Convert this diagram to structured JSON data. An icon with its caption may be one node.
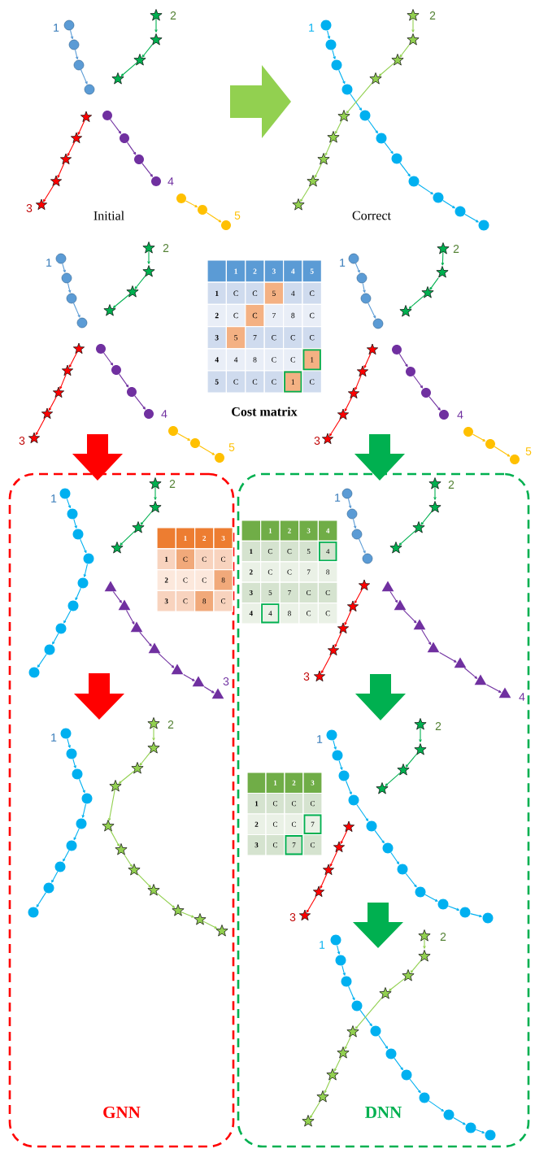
{
  "diagram": {
    "nodes": [
      {
        "text": [],
        "shape": "picture"
      },
      {
        "text": [],
        "shape": "circle",
        "beside": [
          "1"
        ],
        "in": 0
      },
      {
        "text": [],
        "shape": "circle",
        "in": 0
      },
      {
        "text": [],
        "shape": "circle",
        "in": 0
      },
      {
        "text": [],
        "shape": "circle",
        "in": 0
      },
      {
        "text": [],
        "shape": "star",
        "beside": [
          "2"
        ],
        "in": 0
      },
      {
        "text": [],
        "shape": "star",
        "in": 0
      },
      {
        "text": [],
        "shape": "star",
        "in": 0
      },
      {
        "text": [],
        "shape": "star",
        "in": 0
      },
      {
        "text": [],
        "shape": "star",
        "in": 0
      },
      {
        "text": [],
        "shape": "star",
        "in": 0
      },
      {
        "text": [],
        "shape": "star",
        "in": 0
      },
      {
        "text": [],
        "shape": "star",
        "in": 0
      },
      {
        "text": [],
        "shape": "star",
        "beside": [
          "3"
        ],
        "in": 0
      },
      {
        "text": [],
        "shape": "circle",
        "in": 0
      },
      {
        "text": [],
        "shape": "circle",
        "in": 0
      },
      {
        "text": [],
        "shape": "circle",
        "in": 0
      },
      {
        "text": [],
        "shape": "circle",
        "beside": [
          "4"
        ],
        "in": 0
      },
      {
        "text": [],
        "shape": "circle",
        "in": 0
      },
      {
        "text": [],
        "shape": "circle",
        "in": 0
      },
      {
        "text": [],
        "shape": "circle",
        "beside": [
          "5"
        ],
        "in": 0
      },
      {
        "text": [],
        "shape": "picture"
      },
      {
        "text": [],
        "shape": "circle",
        "beside": [
          "1"
        ],
        "in": 21
      },
      {
        "text": [],
        "shape": "circle",
        "in": 21
      },
      {
        "text": [],
        "shape": "circle",
        "in": 21
      },
      {
        "text": [],
        "shape": "circle",
        "in": 21
      },
      {
        "text": [],
        "shape": "circle",
        "in": 21
      },
      {
        "text": [],
        "shape": "circle",
        "in": 21
      },
      {
        "text": [],
        "shape": "circle",
        "in": 21
      },
      {
        "text": [],
        "shape": "circle",
        "in": 21
      },
      {
        "text": [],
        "shape": "circle",
        "in": 21
      },
      {
        "text": [],
        "shape": "circle",
        "in": 21
      },
      {
        "text": [],
        "shape": "circle",
        "in": 21
      },
      {
        "text": [],
        "shape": "star",
        "beside": [
          "2"
        ],
        "in": 21
      },
      {
        "text": [],
        "shape": "star",
        "in": 21
      },
      {
        "text": [],
        "shape": "star",
        "in": 21
      },
      {
        "text": [],
        "shape": "star",
        "in": 21
      },
      {
        "text": [],
        "shape": "star",
        "in": 21
      },
      {
        "text": [],
        "shape": "star",
        "in": 21
      },
      {
        "text": [],
        "shape": "star",
        "in": 21
      },
      {
        "text": [],
        "shape": "star",
        "in": 21
      },
      {
        "text": [],
        "shape": "star",
        "in": 21
      },
      {
        "text": [],
        "shape": "picture"
      },
      {
        "text": [],
        "shape": "circle",
        "beside": [
          "1"
        ],
        "in": 42
      },
      {
        "text": [],
        "shape": "circle",
        "in": 42
      },
      {
        "text": [],
        "shape": "circle",
        "in": 42
      },
      {
        "text": [],
        "shape": "circle",
        "in": 42
      },
      {
        "text": [],
        "shape": "star",
        "beside": [
          "2"
        ],
        "in": 42
      },
      {
        "text": [],
        "shape": "star",
        "in": 42
      },
      {
        "text": [],
        "shape": "star",
        "in": 42
      },
      {
        "text": [],
        "shape": "star",
        "in": 42
      },
      {
        "text": [],
        "shape": "star",
        "in": 42
      },
      {
        "text": [],
        "shape": "star",
        "in": 42
      },
      {
        "text": [],
        "shape": "star",
        "in": 42
      },
      {
        "text": [],
        "shape": "star",
        "in": 42
      },
      {
        "text": [],
        "shape": "star",
        "beside": [
          "3"
        ],
        "in": 42
      },
      {
        "text": [],
        "shape": "circle",
        "in": 42
      },
      {
        "text": [],
        "shape": "circle",
        "in": 42
      },
      {
        "text": [],
        "shape": "circle",
        "in": 42
      },
      {
        "text": [],
        "shape": "circle",
        "beside": [
          "4"
        ],
        "in": 42
      },
      {
        "text": [],
        "shape": "circle",
        "in": 42
      },
      {
        "text": [],
        "shape": "circle",
        "in": 42
      },
      {
        "text": [],
        "shape": "circle",
        "beside": [
          "5"
        ],
        "in": 42
      },
      {
        "text": [],
        "shape": "picture"
      },
      {
        "text": [],
        "shape": "circle",
        "beside": [
          "1"
        ],
        "in": 63
      },
      {
        "text": [],
        "shape": "circle",
        "in": 63
      },
      {
        "text": [],
        "shape": "circle",
        "in": 63
      },
      {
        "text": [],
        "shape": "circle",
        "in": 63
      },
      {
        "text": [],
        "shape": "star",
        "beside": [
          "2"
        ],
        "in": 63
      },
      {
        "text": [],
        "shape": "star",
        "in": 63
      },
      {
        "text": [],
        "shape": "star",
        "in": 63
      },
      {
        "text": [],
        "shape": "star",
        "in": 63
      },
      {
        "text": [],
        "shape": "star",
        "in": 63
      },
      {
        "text": [],
        "shape": "star",
        "in": 63
      },
      {
        "text": [],
        "shape": "star",
        "in": 63
      },
      {
        "text": [],
        "shape": "star",
        "in": 63
      },
      {
        "text": [],
        "shape": "star",
        "beside": [
          "3"
        ],
        "in": 63
      },
      {
        "text": [],
        "shape": "circle",
        "in": 63
      },
      {
        "text": [],
        "shape": "circle",
        "in": 63
      },
      {
        "text": [],
        "shape": "circle",
        "in": 63
      },
      {
        "text": [],
        "shape": "circle",
        "beside": [
          "4"
        ],
        "in": 63
      },
      {
        "text": [],
        "shape": "circle",
        "in": 63
      },
      {
        "text": [],
        "shape": "circle",
        "in": 63
      },
      {
        "text": [],
        "shape": "circle",
        "beside": [
          "5"
        ],
        "in": 63
      },
      {
        "text": [
          "GNN"
        ]
      },
      {
        "text": [],
        "shape": "picture",
        "in": 84
      },
      {
        "text": [],
        "shape": "circle",
        "beside": [
          "1"
        ],
        "in": 85
      },
      {
        "text": [],
        "shape": "circle",
        "in": 85
      },
      {
        "text": [],
        "shape": "circle",
        "in": 85
      },
      {
        "text": [],
        "shape": "circle",
        "in": 85
      },
      {
        "text": [],
        "shape": "circle",
        "in": 85
      },
      {
        "text": [],
        "shape": "circle",
        "in": 85
      },
      {
        "text": [],
        "shape": "circle",
        "in": 85
      },
      {
        "text": [],
        "shape": "circle",
        "in": 85
      },
      {
        "text": [],
        "shape": "circle",
        "in": 85
      },
      {
        "text": [],
        "shape": "star",
        "beside": [
          "2"
        ],
        "in": 85
      },
      {
        "text": [],
        "shape": "star",
        "in": 85
      },
      {
        "text": [],
        "shape": "star",
        "in": 85
      },
      {
        "text": [],
        "shape": "star",
        "in": 85
      },
      {
        "text": [],
        "shape": "triangle",
        "in": 85
      },
      {
        "text": [],
        "shape": "triangle",
        "in": 85
      },
      {
        "text": [],
        "shape": "triangle",
        "in": 85
      },
      {
        "text": [],
        "shape": "triangle",
        "in": 85
      },
      {
        "text": [],
        "shape": "triangle",
        "in": 85
      },
      {
        "text": [],
        "shape": "triangle",
        "in": 85
      },
      {
        "text": [],
        "shape": "triangle",
        "beside": [
          "3"
        ],
        "in": 85
      },
      {
        "text": [],
        "shape": "picture",
        "in": 84
      },
      {
        "text": [],
        "shape": "circle",
        "beside": [
          "1"
        ],
        "in": 106
      },
      {
        "text": [],
        "shape": "circle",
        "in": 106
      },
      {
        "text": [],
        "shape": "circle",
        "in": 106
      },
      {
        "text": [],
        "shape": "circle",
        "in": 106
      },
      {
        "text": [],
        "shape": "circle",
        "in": 106
      },
      {
        "text": [],
        "shape": "circle",
        "in": 106
      },
      {
        "text": [],
        "shape": "circle",
        "in": 106
      },
      {
        "text": [],
        "shape": "circle",
        "in": 106
      },
      {
        "text": [],
        "shape": "circle",
        "in": 106
      },
      {
        "text": [],
        "shape": "star",
        "beside": [
          "2"
        ],
        "in": 106
      },
      {
        "text": [],
        "shape": "star",
        "in": 106
      },
      {
        "text": [],
        "shape": "star",
        "in": 106
      },
      {
        "text": [],
        "shape": "star",
        "in": 106
      },
      {
        "text": [],
        "shape": "star",
        "in": 106
      },
      {
        "text": [],
        "shape": "star",
        "in": 106
      },
      {
        "text": [],
        "shape": "star",
        "in": 106
      },
      {
        "text": [],
        "shape": "star",
        "in": 106
      },
      {
        "text": [],
        "shape": "star",
        "in": 106
      },
      {
        "text": [],
        "shape": "star",
        "in": 106
      },
      {
        "text": [],
        "shape": "star",
        "in": 106
      },
      {
        "text": [
          "DNN"
        ]
      },
      {
        "text": [],
        "shape": "picture",
        "in": 127
      },
      {
        "text": [],
        "shape": "circle",
        "beside": [
          "1"
        ],
        "in": 128
      },
      {
        "text": [],
        "shape": "circle",
        "in": 128
      },
      {
        "text": [],
        "shape": "circle",
        "in": 128
      },
      {
        "text": [],
        "shape": "circle",
        "in": 128
      },
      {
        "text": [],
        "shape": "star",
        "beside": [
          "2"
        ],
        "in": 128
      },
      {
        "text": [],
        "shape": "star",
        "in": 128
      },
      {
        "text": [],
        "shape": "star",
        "in": 128
      },
      {
        "text": [],
        "shape": "star",
        "in": 128
      },
      {
        "text": [],
        "shape": "star",
        "in": 128
      },
      {
        "text": [],
        "shape": "star",
        "in": 128
      },
      {
        "text": [],
        "shape": "star",
        "in": 128
      },
      {
        "text": [],
        "shape": "star",
        "in": 128
      },
      {
        "text": [],
        "shape": "star",
        "beside": [
          "3"
        ],
        "in": 128
      },
      {
        "text": [],
        "shape": "triangle",
        "in": 128
      },
      {
        "text": [],
        "shape": "triangle",
        "in": 128
      },
      {
        "text": [],
        "shape": "triangle",
        "in": 128
      },
      {
        "text": [],
        "shape": "triangle",
        "in": 128
      },
      {
        "text": [],
        "shape": "triangle",
        "in": 128
      },
      {
        "text": [],
        "shape": "triangle",
        "in": 128
      },
      {
        "text": [],
        "shape": "triangle",
        "beside": [
          "4"
        ],
        "in": 128
      },
      {
        "text": [],
        "shape": "picture",
        "in": 127
      },
      {
        "text": [],
        "shape": "circle",
        "beside": [
          "1"
        ],
        "in": 149
      },
      {
        "text": [],
        "shape": "circle",
        "in": 149
      },
      {
        "text": [],
        "shape": "circle",
        "in": 149
      },
      {
        "text": [],
        "shape": "circle",
        "in": 149
      },
      {
        "text": [],
        "shape": "circle",
        "in": 149
      },
      {
        "text": [],
        "shape": "circle",
        "in": 149
      },
      {
        "text": [],
        "shape": "circle",
        "in": 149
      },
      {
        "text": [],
        "shape": "circle",
        "in": 149
      },
      {
        "text": [],
        "shape": "circle",
        "in": 149
      },
      {
        "text": [],
        "shape": "circle",
        "in": 149
      },
      {
        "text": [],
        "shape": "circle",
        "in": 149
      },
      {
        "text": [],
        "shape": "star",
        "beside": [
          "2"
        ],
        "in": 149
      },
      {
        "text": [],
        "shape": "star",
        "in": 149
      },
      {
        "text": [],
        "shape": "star",
        "in": 149
      },
      {
        "text": [],
        "shape": "star",
        "in": 149
      },
      {
        "text": [],
        "shape": "star",
        "in": 149
      },
      {
        "text": [],
        "shape": "star",
        "in": 149
      },
      {
        "text": [],
        "shape": "star",
        "in": 149
      },
      {
        "text": [],
        "shape": "star",
        "in": 149
      },
      {
        "text": [],
        "shape": "star",
        "beside": [
          "3"
        ],
        "in": 149
      },
      {
        "text": [],
        "shape": "picture",
        "in": 127
      },
      {
        "text": [],
        "shape": "circle",
        "beside": [
          "1"
        ],
        "in": 170
      },
      {
        "text": [],
        "shape": "circle",
        "in": 170
      },
      {
        "text": [],
        "shape": "circle",
        "in": 170
      },
      {
        "text": [],
        "shape": "circle",
        "in": 170
      },
      {
        "text": [],
        "shape": "circle",
        "in": 170
      },
      {
        "text": [],
        "shape": "circle",
        "in": 170
      },
      {
        "text": [],
        "shape": "circle",
        "in": 170
      },
      {
        "text": [],
        "shape": "circle",
        "in": 170
      },
      {
        "text": [],
        "shape": "circle",
        "in": 170
      },
      {
        "text": [],
        "shape": "circle",
        "in": 170
      },
      {
        "text": [],
        "shape": "circle",
        "in": 170
      },
      {
        "text": [],
        "shape": "star",
        "beside": [
          "2"
        ],
        "in": 170
      },
      {
        "text": [],
        "shape": "star",
        "in": 170
      },
      {
        "text": [],
        "shape": "star",
        "in": 170
      },
      {
        "text": [],
        "shape": "star",
        "in": 170
      },
      {
        "text": [],
        "shape": "star",
        "in": 170
      },
      {
        "text": [],
        "shape": "star",
        "in": 170
      },
      {
        "text": [],
        "shape": "star",
        "in": 170
      },
      {
        "text": [],
        "shape": "star",
        "in": 170
      },
      {
        "text": [],
        "shape": "star",
        "in": 170
      }
    ],
    "edges": [
      {
        "from": 1,
        "to": 2,
        "arrow": "to",
        "color": "#5b9bd5"
      },
      {
        "from": 2,
        "to": 3,
        "arrow": "to",
        "color": "#5b9bd5"
      },
      {
        "from": 3,
        "to": 4,
        "arrow": "to",
        "color": "#5b9bd5"
      },
      {
        "from": 5,
        "to": 6,
        "arrow": "to",
        "color": "#00b050"
      },
      {
        "from": 6,
        "to": 7,
        "arrow": "to",
        "color": "#00b050"
      },
      {
        "from": 7,
        "to": 8,
        "arrow": "to",
        "color": "#00b050"
      },
      {
        "from": 9,
        "to": 10,
        "arrow": "to",
        "color": "#ff0000"
      },
      {
        "from": 10,
        "to": 11,
        "arrow": "to",
        "color": "#ff0000"
      },
      {
        "from": 11,
        "to": 12,
        "arrow": "to",
        "color": "#ff0000"
      },
      {
        "from": 12,
        "to": 13,
        "arrow": "to",
        "color": "#ff0000"
      },
      {
        "from": 14,
        "to": 15,
        "arrow": "to",
        "color": "#7030a0"
      },
      {
        "from": 15,
        "to": 16,
        "arrow": "to",
        "color": "#7030a0"
      },
      {
        "from": 16,
        "to": 17,
        "arrow": "to",
        "color": "#7030a0"
      },
      {
        "from": 18,
        "to": 19,
        "arrow": "to",
        "color": "#ffc000"
      },
      {
        "from": 19,
        "to": 20,
        "arrow": "to",
        "color": "#ffc000"
      },
      {
        "from": 22,
        "to": 23,
        "arrow": "to",
        "color": "#00b0f0"
      },
      {
        "from": 23,
        "to": 24,
        "arrow": "to",
        "color": "#00b0f0"
      },
      {
        "from": 24,
        "to": 25,
        "arrow": "to",
        "color": "#00b0f0"
      },
      {
        "from": 25,
        "to": 26,
        "arrow": "to",
        "color": "#00b0f0"
      },
      {
        "from": 26,
        "to": 27,
        "arrow": "to",
        "color": "#00b0f0"
      },
      {
        "from": 27,
        "to": 28,
        "arrow": "to",
        "color": "#00b0f0"
      },
      {
        "from": 28,
        "to": 29,
        "arrow": "to",
        "color": "#00b0f0"
      },
      {
        "from": 29,
        "to": 30,
        "arrow": "to",
        "color": "#00b0f0"
      },
      {
        "from": 30,
        "to": 31,
        "arrow": "to",
        "color": "#00b0f0"
      },
      {
        "from": 31,
        "to": 32,
        "arrow": "to",
        "color": "#00b0f0"
      },
      {
        "from": 33,
        "to": 34,
        "arrow": "to",
        "color": "#92d050"
      },
      {
        "from": 34,
        "to": 35,
        "arrow": "to",
        "color": "#92d050"
      },
      {
        "from": 35,
        "to": 36,
        "arrow": "to",
        "color": "#92d050"
      },
      {
        "from": 36,
        "to": 37,
        "arrow": "to",
        "color": "#92d050"
      },
      {
        "from": 37,
        "to": 38,
        "arrow": "to",
        "color": "#92d050"
      },
      {
        "from": 38,
        "to": 39,
        "arrow": "to",
        "color": "#92d050"
      },
      {
        "from": 39,
        "to": 40,
        "arrow": "to",
        "color": "#92d050"
      },
      {
        "from": 40,
        "to": 41,
        "arrow": "to",
        "color": "#92d050"
      },
      {
        "from": 43,
        "to": 44,
        "arrow": "to",
        "color": "#5b9bd5"
      },
      {
        "from": 44,
        "to": 45,
        "arrow": "to",
        "color": "#5b9bd5"
      },
      {
        "from": 45,
        "to": 46,
        "arrow": "to",
        "color": "#5b9bd5"
      },
      {
        "from": 47,
        "to": 48,
        "arrow": "to",
        "color": "#00b050"
      },
      {
        "from": 48,
        "to": 49,
        "arrow": "to",
        "color": "#00b050"
      },
      {
        "from": 49,
        "to": 50,
        "arrow": "to",
        "color": "#00b050"
      },
      {
        "from": 51,
        "to": 52,
        "arrow": "to",
        "color": "#ff0000"
      },
      {
        "from": 52,
        "to": 53,
        "arrow": "to",
        "color": "#ff0000"
      },
      {
        "from": 53,
        "to": 54,
        "arrow": "to",
        "color": "#ff0000"
      },
      {
        "from": 54,
        "to": 55,
        "arrow": "to",
        "color": "#ff0000"
      },
      {
        "from": 56,
        "to": 57,
        "arrow": "to",
        "color": "#7030a0"
      },
      {
        "from": 57,
        "to": 58,
        "arrow": "to",
        "color": "#7030a0"
      },
      {
        "from": 58,
        "to": 59,
        "arrow": "to",
        "color": "#7030a0"
      },
      {
        "from": 60,
        "to": 61,
        "arrow": "to",
        "color": "#ffc000"
      },
      {
        "from": 61,
        "to": 62,
        "arrow": "to",
        "color": "#ffc000"
      },
      {
        "from": 64,
        "to": 65,
        "arrow": "to",
        "color": "#5b9bd5"
      },
      {
        "from": 65,
        "to": 66,
        "arrow": "to",
        "color": "#5b9bd5"
      },
      {
        "from": 66,
        "to": 67,
        "arrow": "to",
        "color": "#5b9bd5"
      },
      {
        "from": 68,
        "to": 69,
        "arrow": "to",
        "color": "#00b050"
      },
      {
        "from": 69,
        "to": 70,
        "arrow": "to",
        "color": "#00b050"
      },
      {
        "from": 70,
        "to": 71,
        "arrow": "to",
        "color": "#00b050"
      },
      {
        "from": 72,
        "to": 73,
        "arrow": "to",
        "color": "#ff0000"
      },
      {
        "from": 73,
        "to": 74,
        "arrow": "to",
        "color": "#ff0000"
      },
      {
        "from": 74,
        "to": 75,
        "arrow": "to",
        "color": "#ff0000"
      },
      {
        "from": 75,
        "to": 76,
        "arrow": "to",
        "color": "#ff0000"
      },
      {
        "from": 77,
        "to": 78,
        "arrow": "to",
        "color": "#7030a0"
      },
      {
        "from": 78,
        "to": 79,
        "arrow": "to",
        "color": "#7030a0"
      },
      {
        "from": 79,
        "to": 80,
        "arrow": "to",
        "color": "#7030a0"
      },
      {
        "from": 81,
        "to": 82,
        "arrow": "to",
        "color": "#ffc000"
      },
      {
        "from": 82,
        "to": 83,
        "arrow": "to",
        "color": "#ffc000"
      },
      {
        "from": 86,
        "to": 87,
        "arrow": "to",
        "color": "#00b0f0"
      },
      {
        "from": 87,
        "to": 88,
        "arrow": "to",
        "color": "#00b0f0"
      },
      {
        "from": 88,
        "to": 89,
        "arrow": "to",
        "color": "#00b0f0"
      },
      {
        "from": 89,
        "to": 90,
        "arrow": "to",
        "color": "#00b0f0"
      },
      {
        "from": 90,
        "to": 91,
        "arrow": "to",
        "color": "#00b0f0"
      },
      {
        "from": 91,
        "to": 92,
        "arrow": "to",
        "color": "#00b0f0"
      },
      {
        "from": 92,
        "to": 93,
        "arrow": "to",
        "color": "#00b0f0"
      },
      {
        "from": 93,
        "to": 94,
        "arrow": "to",
        "color": "#00b0f0"
      },
      {
        "from": 95,
        "to": 96,
        "arrow": "to",
        "color": "#00b050"
      },
      {
        "from": 96,
        "to": 97,
        "arrow": "to",
        "color": "#00b050"
      },
      {
        "from": 97,
        "to": 98,
        "arrow": "to",
        "color": "#00b050"
      },
      {
        "from": 99,
        "to": 100,
        "arrow": "to",
        "color": "#7030a0"
      },
      {
        "from": 100,
        "to": 101,
        "arrow": "to",
        "color": "#7030a0"
      },
      {
        "from": 101,
        "to": 102,
        "arrow": "to",
        "color": "#7030a0"
      },
      {
        "from": 102,
        "to": 103,
        "arrow": "to",
        "color": "#7030a0"
      },
      {
        "from": 103,
        "to": 104,
        "arrow": "to",
        "color": "#7030a0"
      },
      {
        "from": 104,
        "to": 105,
        "arrow": "to",
        "color": "#7030a0"
      },
      {
        "from": 107,
        "to": 108,
        "arrow": "to",
        "color": "#00b0f0"
      },
      {
        "from": 108,
        "to": 109,
        "arrow": "to",
        "color": "#00b0f0"
      },
      {
        "from": 109,
        "to": 110,
        "arrow": "to",
        "color": "#00b0f0"
      },
      {
        "from": 110,
        "to": 111,
        "arrow": "to",
        "color": "#00b0f0"
      },
      {
        "from": 111,
        "to": 112,
        "arrow": "to",
        "color": "#00b0f0"
      },
      {
        "from": 112,
        "to": 113,
        "arrow": "to",
        "color": "#00b0f0"
      },
      {
        "from": 113,
        "to": 114,
        "arrow": "to",
        "color": "#00b0f0"
      },
      {
        "from": 114,
        "to": 115,
        "arrow": "to",
        "color": "#00b0f0"
      },
      {
        "from": 116,
        "to": 117,
        "arrow": "to",
        "color": "#92d050"
      },
      {
        "from": 117,
        "to": 118,
        "arrow": "to",
        "color": "#92d050"
      },
      {
        "from": 118,
        "to": 119,
        "arrow": "to",
        "color": "#92d050"
      },
      {
        "from": 119,
        "to": 120,
        "arrow": "to",
        "color": "#92d050"
      },
      {
        "from": 120,
        "to": 121,
        "arrow": "to",
        "color": "#92d050"
      },
      {
        "from": 121,
        "to": 122,
        "arrow": "to",
        "color": "#92d050"
      },
      {
        "from": 122,
        "to": 123,
        "arrow": "to",
        "color": "#92d050"
      },
      {
        "from": 123,
        "to": 124,
        "arrow": "to",
        "color": "#92d050"
      },
      {
        "from": 124,
        "to": 125,
        "arrow": "to",
        "color": "#92d050"
      },
      {
        "from": 125,
        "to": 126,
        "arrow": "to",
        "color": "#92d050"
      },
      {
        "from": 129,
        "to": 130,
        "arrow": "to",
        "color": "#5b9bd5"
      },
      {
        "from": 130,
        "to": 131,
        "arrow": "to",
        "color": "#5b9bd5"
      },
      {
        "from": 131,
        "to": 132,
        "arrow": "to",
        "color": "#5b9bd5"
      },
      {
        "from": 133,
        "to": 134,
        "arrow": "to",
        "color": "#00b050"
      },
      {
        "from": 134,
        "to": 135,
        "arrow": "to",
        "color": "#00b050"
      },
      {
        "from": 135,
        "to": 136,
        "arrow": "to",
        "color": "#00b050"
      },
      {
        "from": 137,
        "to": 138,
        "arrow": "to",
        "color": "#ff0000"
      },
      {
        "from": 138,
        "to": 139,
        "arrow": "to",
        "color": "#ff0000"
      },
      {
        "from": 139,
        "to": 140,
        "arrow": "to",
        "color": "#ff0000"
      },
      {
        "from": 140,
        "to": 141,
        "arrow": "to",
        "color": "#ff0000"
      },
      {
        "from": 142,
        "to": 143,
        "arrow": "to",
        "color": "#7030a0"
      },
      {
        "from": 143,
        "to": 144,
        "arrow": "to",
        "color": "#7030a0"
      },
      {
        "from": 144,
        "to": 145,
        "arrow": "to",
        "color": "#7030a0"
      },
      {
        "from": 145,
        "to": 146,
        "arrow": "to",
        "color": "#7030a0"
      },
      {
        "from": 146,
        "to": 147,
        "arrow": "to",
        "color": "#7030a0"
      },
      {
        "from": 147,
        "to": 148,
        "arrow": "to",
        "color": "#7030a0"
      },
      {
        "from": 150,
        "to": 151,
        "arrow": "to",
        "color": "#00b0f0"
      },
      {
        "from": 151,
        "to": 152,
        "arrow": "to",
        "color": "#00b0f0"
      },
      {
        "from": 152,
        "to": 153,
        "arrow": "to",
        "color": "#00b0f0"
      },
      {
        "from": 153,
        "to": 154,
        "arrow": "to",
        "color": "#00b0f0"
      },
      {
        "from": 154,
        "to": 155,
        "arrow": "to",
        "color": "#00b0f0"
      },
      {
        "from": 155,
        "to": 156,
        "arrow": "to",
        "color": "#00b0f0"
      },
      {
        "from": 156,
        "to": 157,
        "arrow": "to",
        "color": "#00b0f0"
      },
      {
        "from": 157,
        "to": 158,
        "arrow": "to",
        "color": "#00b0f0"
      },
      {
        "from": 158,
        "to": 159,
        "arrow": "to",
        "color": "#00b0f0"
      },
      {
        "from": 159,
        "to": 160,
        "arrow": "to",
        "color": "#00b0f0"
      },
      {
        "from": 161,
        "to": 162,
        "arrow": "to",
        "color": "#00b050"
      },
      {
        "from": 162,
        "to": 163,
        "arrow": "to",
        "color": "#00b050"
      },
      {
        "from": 163,
        "to": 164,
        "arrow": "to",
        "color": "#00b050"
      },
      {
        "from": 165,
        "to": 166,
        "arrow": "to",
        "color": "#ff0000"
      },
      {
        "from": 166,
        "to": 167,
        "arrow": "to",
        "color": "#ff0000"
      },
      {
        "from": 167,
        "to": 168,
        "arrow": "to",
        "color": "#ff0000"
      },
      {
        "from": 168,
        "to": 169,
        "arrow": "to",
        "color": "#ff0000"
      },
      {
        "from": 171,
        "to": 172,
        "arrow": "to",
        "color": "#00b0f0"
      },
      {
        "from": 172,
        "to": 173,
        "arrow": "to",
        "color": "#00b0f0"
      },
      {
        "from": 173,
        "to": 174,
        "arrow": "to",
        "color": "#00b0f0"
      },
      {
        "from": 174,
        "to": 175,
        "arrow": "to",
        "color": "#00b0f0"
      },
      {
        "from": 175,
        "to": 176,
        "arrow": "to",
        "color": "#00b0f0"
      },
      {
        "from": 176,
        "to": 177,
        "arrow": "to",
        "color": "#00b0f0"
      },
      {
        "from": 177,
        "to": 178,
        "arrow": "to",
        "color": "#00b0f0"
      },
      {
        "from": 178,
        "to": 179,
        "arrow": "to",
        "color": "#00b0f0"
      },
      {
        "from": 179,
        "to": 180,
        "arrow": "to",
        "color": "#00b0f0"
      },
      {
        "from": 180,
        "to": 181,
        "arrow": "to",
        "color": "#00b0f0"
      },
      {
        "from": 182,
        "to": 183,
        "arrow": "to",
        "color": "#92d050"
      },
      {
        "from": 183,
        "to": 184,
        "arrow": "to",
        "color": "#92d050"
      },
      {
        "from": 184,
        "to": 185,
        "arrow": "to",
        "color": "#92d050"
      },
      {
        "from": 185,
        "to": 186,
        "arrow": "to",
        "color": "#92d050"
      },
      {
        "from": 186,
        "to": 187,
        "arrow": "to",
        "color": "#92d050"
      },
      {
        "from": 187,
        "to": 188,
        "arrow": "to",
        "color": "#92d050"
      },
      {
        "from": 188,
        "to": 189,
        "arrow": "to",
        "color": "#92d050"
      },
      {
        "from": 189,
        "to": 190,
        "arrow": "to",
        "color": "#92d050"
      },
      {
        "from": 0,
        "to": 21,
        "arrow": "to",
        "style": "thick",
        "color": "#92d050"
      },
      {
        "from": 42,
        "to": 85,
        "arrow": "to",
        "style": "thick",
        "color": "#ff0000"
      },
      {
        "from": 63,
        "to": 128,
        "arrow": "to",
        "style": "thick",
        "color": "#00b050"
      },
      {
        "from": 85,
        "to": 106,
        "arrow": "to",
        "style": "thick",
        "color": "#ff0000"
      },
      {
        "from": 128,
        "to": 149,
        "arrow": "to",
        "style": "thick",
        "color": "#00b050"
      },
      {
        "from": 149,
        "to": 170,
        "arrow": "to",
        "style": "thick",
        "color": "#00b050"
      }
    ],
    "labels": [
      "Initial",
      "Correct",
      "1",
      "2",
      "3",
      "4",
      "5",
      "1",
      "C",
      "C",
      "5",
      "4",
      "C",
      "2",
      "C",
      "C",
      "7",
      "8",
      "C",
      "3",
      "5",
      "7",
      "C",
      "C",
      "C",
      "4",
      "4",
      "8",
      "C",
      "C",
      "1",
      "5",
      "C",
      "C",
      "C",
      "1",
      "C",
      "Cost matrix",
      "1",
      "2",
      "3",
      "1",
      "C",
      "C",
      "C",
      "2",
      "C",
      "C",
      "8",
      "3",
      "C",
      "8",
      "C",
      "1",
      "2",
      "3",
      "4",
      "1",
      "C",
      "C",
      "5",
      "4",
      "2",
      "C",
      "C",
      "7",
      "8",
      "3",
      "5",
      "7",
      "C",
      "C",
      "4",
      "4",
      "8",
      "C",
      "C",
      "1",
      "2",
      "3",
      "1",
      "C",
      "C",
      "C",
      "2",
      "C",
      "C",
      "7",
      "3",
      "C",
      "7",
      "C"
    ]
  }
}
